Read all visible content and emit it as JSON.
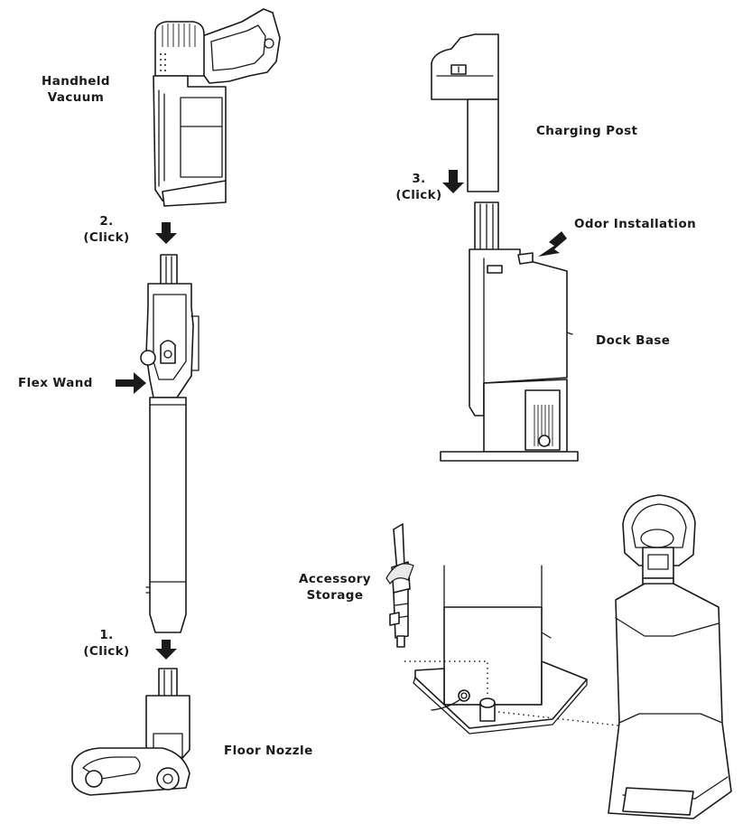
{
  "labels": {
    "handheld_vacuum_line1": "Handheld",
    "handheld_vacuum_line2": "Vacuum",
    "flex_wand": "Flex Wand",
    "floor_nozzle": "Floor Nozzle",
    "charging_post": "Charging Post",
    "odor_installation": "Odor Installation",
    "dock_base": "Dock Base",
    "accessory_storage_line1": "Accessory",
    "accessory_storage_line2": "Storage"
  },
  "steps": [
    {
      "number": "1.",
      "action": "(Click)"
    },
    {
      "number": "2.",
      "action": "(Click)"
    },
    {
      "number": "3.",
      "action": "(Click)"
    }
  ]
}
